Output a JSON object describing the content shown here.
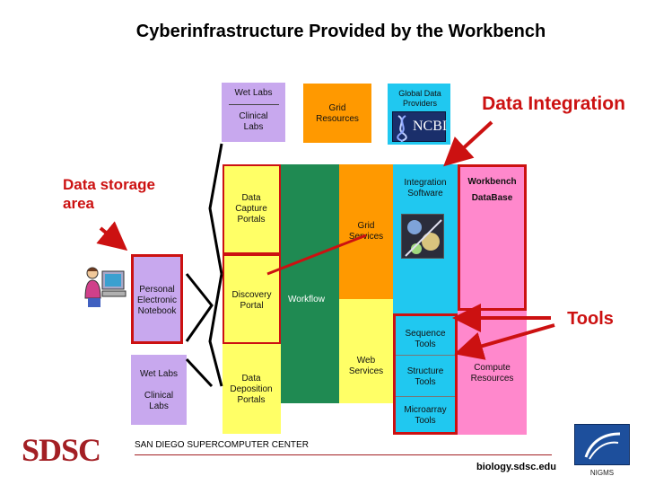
{
  "title": "Cyberinfrastructure Provided by the Workbench",
  "callouts": {
    "data_integration": "Data Integration",
    "data_storage": "Data storage area",
    "tools": "Tools"
  },
  "top": {
    "wet_labs": "Wet Labs",
    "clinical_labs": "Clinical Labs",
    "grid_resources": "Grid Resources",
    "global_data_providers": "Global Data Providers",
    "ncbi": "NCBI"
  },
  "left": {
    "personal_notebook": "Personal Electronic Notebook",
    "wet_labs": "Wet Labs",
    "clinical_labs": "Clinical Labs"
  },
  "middle": {
    "data_capture_portals": "Data Capture Portals",
    "discovery_portal": "Discovery Portal",
    "data_deposition_portals": "Data Deposition Portals",
    "workflow": "Workflow",
    "grid_services": "Grid Services",
    "web_services": "Web Services"
  },
  "right": {
    "integration_software": "Integration Software",
    "workbench": "Workbench",
    "database": "DataBase",
    "sequence_tools": "Sequence Tools",
    "structure_tools": "Structure Tools",
    "microarray_tools": "Microarray Tools",
    "compute_resources": "Compute Resources"
  },
  "footer": {
    "sdsc": "SDSC",
    "center": "SAN DIEGO SUPERCOMPUTER CENTER",
    "url": "biology.sdsc.edu",
    "nigms": "NIGMS"
  },
  "colors": {
    "lavender": "#c8a8ee",
    "yellow": "#ffff66",
    "green": "#1f8a52",
    "orange": "#ff9900",
    "cyan": "#20c8f0",
    "pink": "#ff88cc",
    "red": "#cc1111"
  }
}
